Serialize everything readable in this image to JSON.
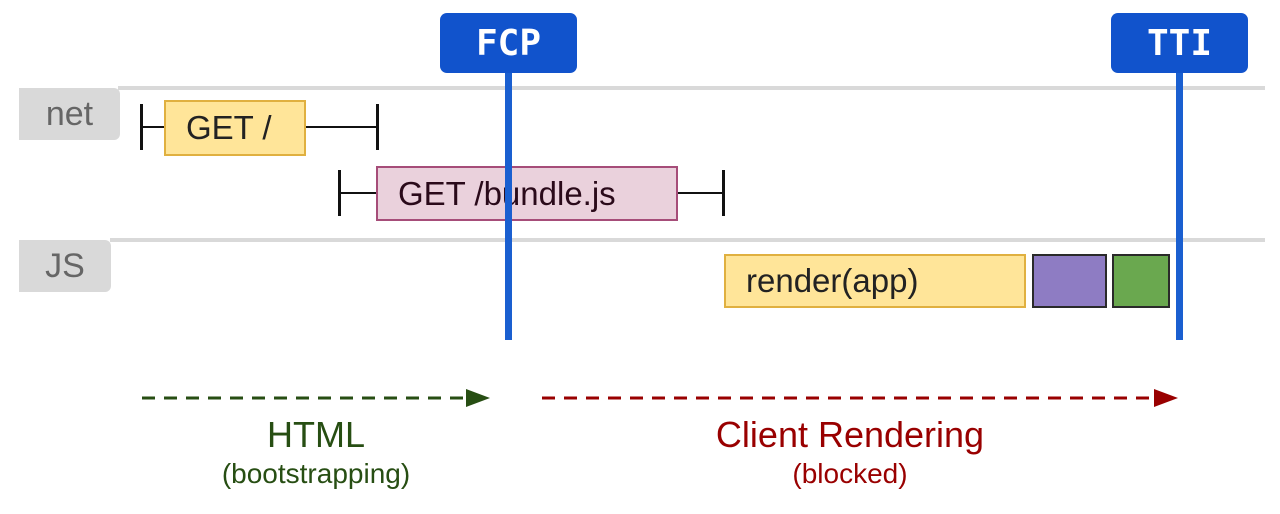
{
  "markers": {
    "fcp": {
      "label": "FCP",
      "color": "#1153cc"
    },
    "tti": {
      "label": "TTI",
      "color": "#1153cc"
    }
  },
  "lanes": {
    "net": {
      "label": "net"
    },
    "js": {
      "label": "JS"
    }
  },
  "bars": {
    "get_root": {
      "label": "GET /",
      "fill": "#ffe599",
      "border": "#e0b040"
    },
    "get_bundle": {
      "label": "GET /bundle.js",
      "fill": "#ead1dc",
      "border": "#a64d79"
    },
    "render_app": {
      "label": "render(app)",
      "fill": "#ffe599",
      "border": "#e0b040"
    },
    "task_purple": {
      "fill": "#8e7cc3"
    },
    "task_green": {
      "fill": "#6aa84f"
    }
  },
  "phases": {
    "html": {
      "title": "HTML",
      "subtitle": "(bootstrapping)",
      "color": "#274e13"
    },
    "client": {
      "title": "Client Rendering",
      "subtitle": "(blocked)",
      "color": "#990000"
    }
  }
}
